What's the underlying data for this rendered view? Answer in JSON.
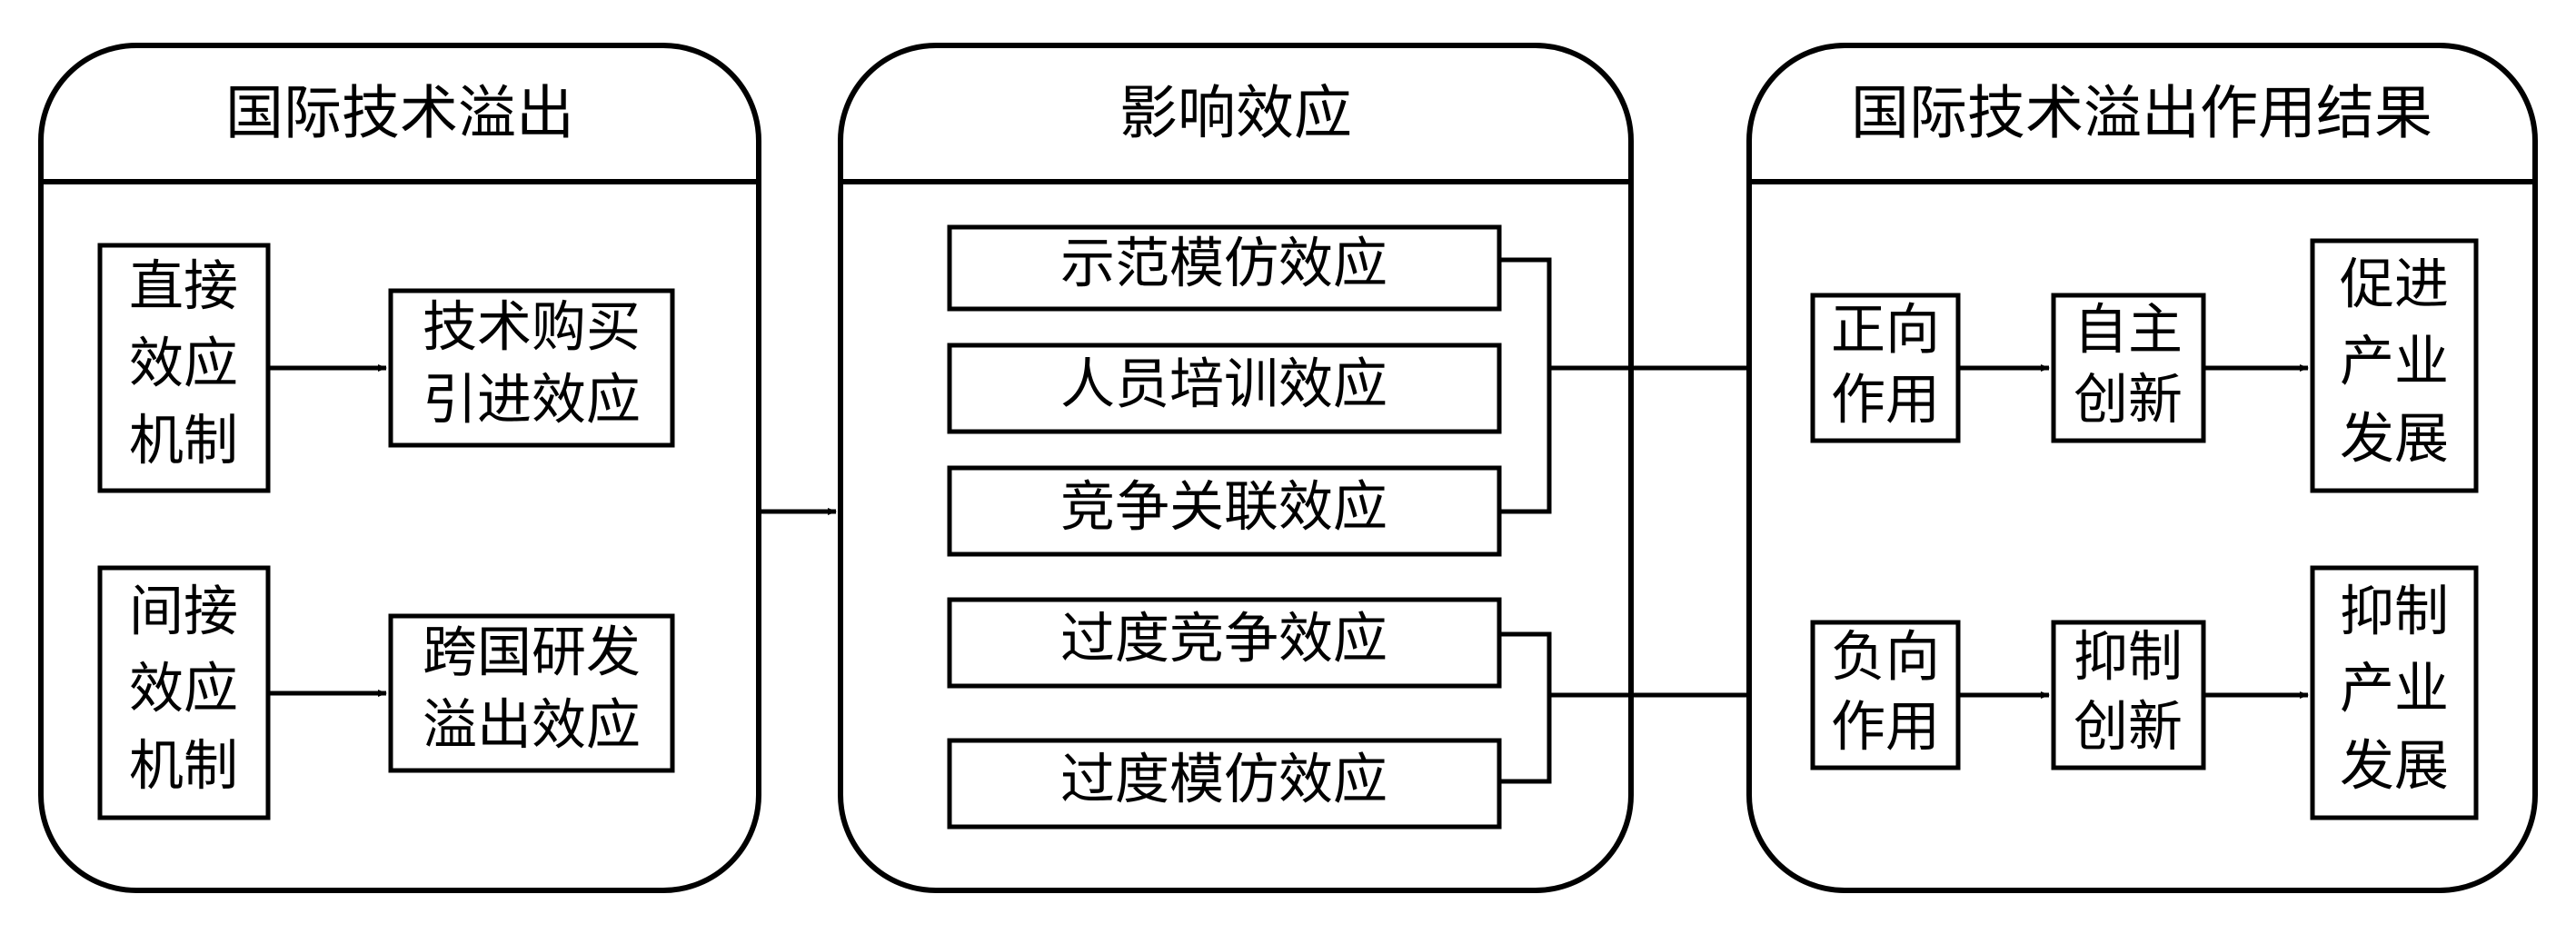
{
  "panels": {
    "spillover": {
      "title": "国际技术溢出",
      "direct": {
        "mechanism": [
          "直接",
          "效应",
          "机制"
        ],
        "effect": [
          "技术购买",
          "引进效应"
        ]
      },
      "indirect": {
        "mechanism": [
          "间接",
          "效应",
          "机制"
        ],
        "effect": [
          "跨国研发",
          "溢出效应"
        ]
      }
    },
    "impact": {
      "title": "影响效应",
      "positive_effects": [
        "示范模仿效应",
        "人员培训效应",
        "竞争关联效应"
      ],
      "negative_effects": [
        "过度竞争效应",
        "过度模仿效应"
      ]
    },
    "result": {
      "title": "国际技术溢出作用结果",
      "positive": {
        "action": [
          "正向",
          "作用"
        ],
        "innovation": [
          "自主",
          "创新"
        ],
        "industry": [
          "促进",
          "产业",
          "发展"
        ]
      },
      "negative": {
        "action": [
          "负向",
          "作用"
        ],
        "innovation": [
          "抑制",
          "创新"
        ],
        "industry": [
          "抑制",
          "产业",
          "发展"
        ]
      }
    }
  }
}
